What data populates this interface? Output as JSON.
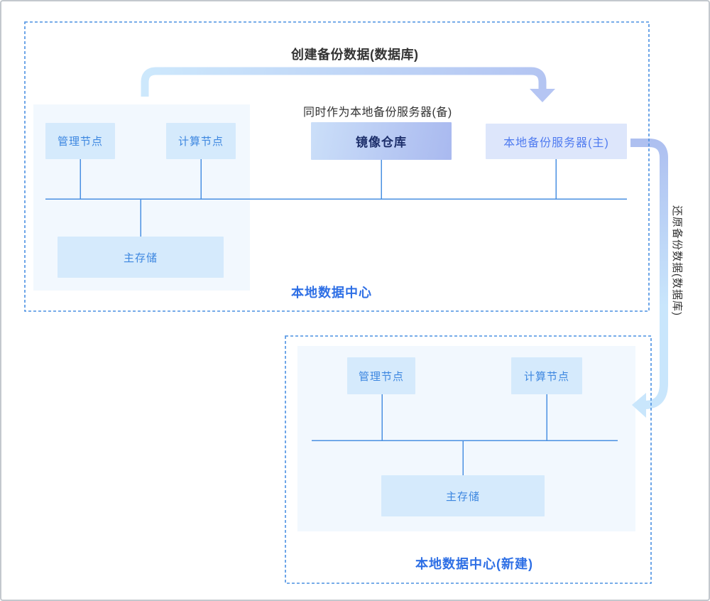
{
  "flows": {
    "create_backup_label": "创建备份数据(数据库)",
    "restore_backup_label": "还原备份数据(数据库)",
    "standby_note": "同时作为本地备份服务器(备)"
  },
  "dc1": {
    "title": "本地数据中心",
    "mgmt_node": "管理节点",
    "compute_node": "计算节点",
    "primary_storage": "主存储",
    "mirror_repo": "镜像仓库",
    "backup_server_primary": "本地备份服务器(主)"
  },
  "dc2": {
    "title": "本地数据中心(新建)",
    "mgmt_node": "管理节点",
    "compute_node": "计算节点",
    "primary_storage": "主存储"
  },
  "colors": {
    "frame_border": "#c3c8ce",
    "dashed_border": "#4a90e2",
    "connector_line": "#4a90e2",
    "panel_bg": "#f2f8fe",
    "node_fill": "#d5eafc",
    "node_text": "#3d87e0",
    "mirror_gradient_start": "#cbdff9",
    "mirror_gradient_end": "#a9b9ef",
    "mirror_text": "#1d2f6b",
    "backup_server_fill": "#dde6fb",
    "backup_server_text": "#4f7bf0",
    "dc_title_text": "#2e6fe5",
    "flow_label_text": "#333333",
    "arrow_light_blue": "#cde8fc",
    "arrow_periwinkle": "#b3c4f2"
  }
}
